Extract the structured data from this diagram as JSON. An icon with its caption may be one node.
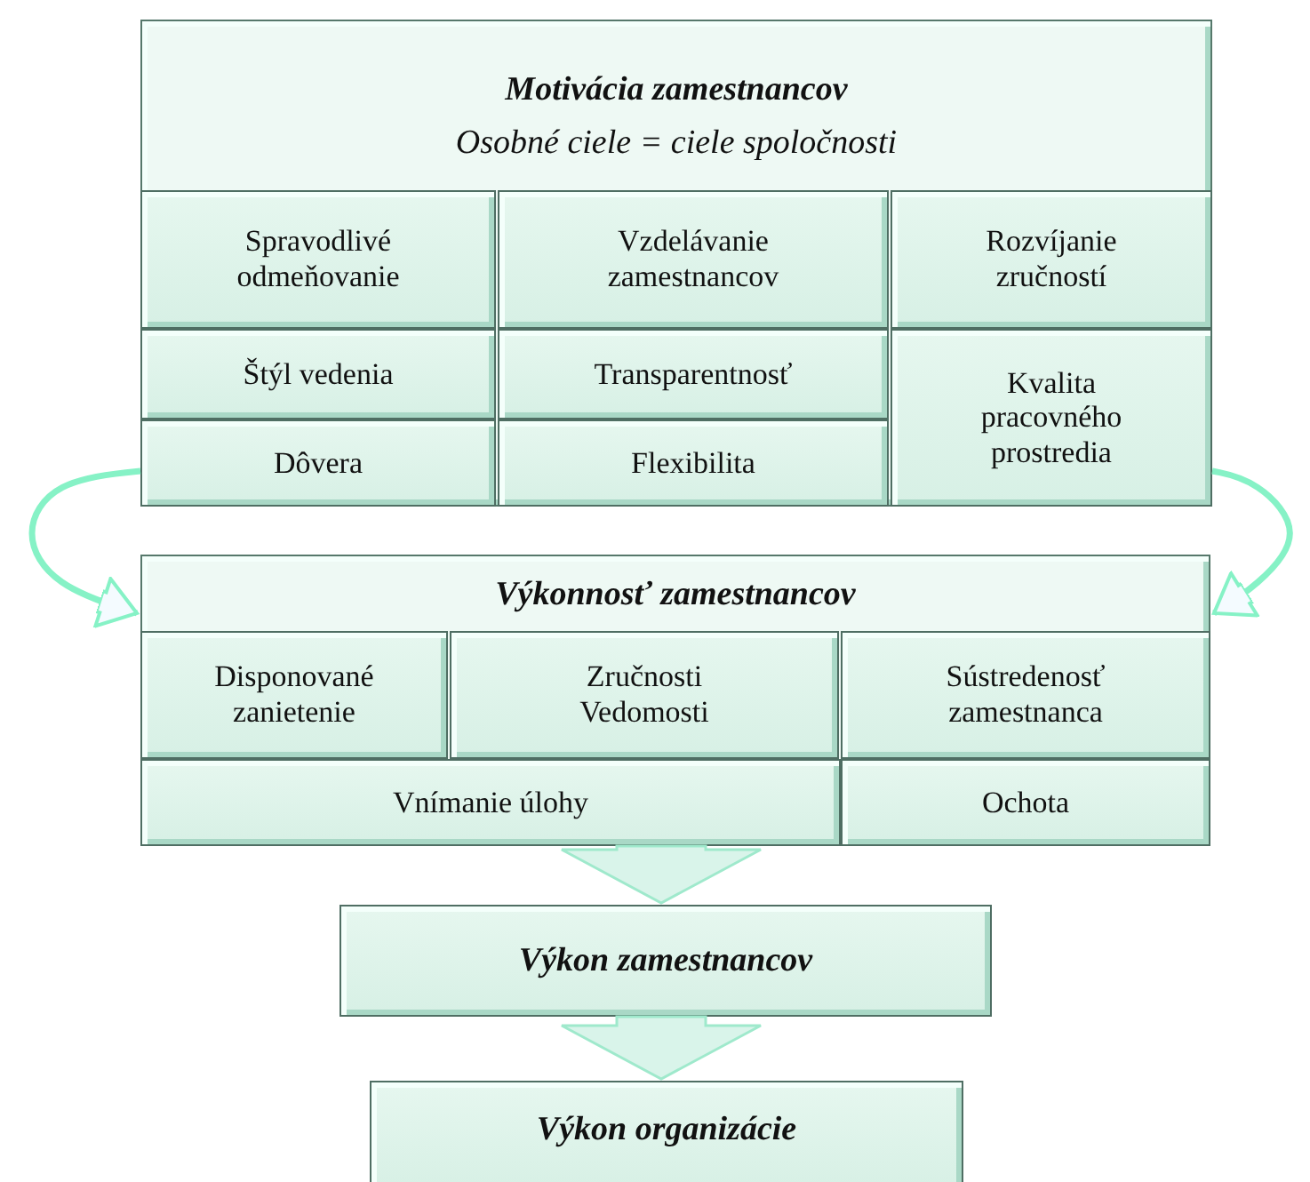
{
  "diagram": {
    "nodes": [
      {
        "text": [
          "Motivácia zamestnancov",
          "Osobné ciele = ciele spoločnosti"
        ]
      },
      {
        "text": [
          "Spravodlivé odmeňovanie"
        ],
        "in": 0
      },
      {
        "text": [
          "Vzdelávanie zamestnancov"
        ],
        "in": 0
      },
      {
        "text": [
          "Rozvíjanie zručností"
        ],
        "in": 0
      },
      {
        "text": [
          "Štýl vedenia"
        ],
        "in": 0
      },
      {
        "text": [
          "Transparentnosť"
        ],
        "in": 0
      },
      {
        "text": [
          "Kvalita pracovného prostredia"
        ],
        "in": 0
      },
      {
        "text": [
          "Dôvera"
        ],
        "in": 0
      },
      {
        "text": [
          "Flexibilita"
        ],
        "in": 0
      },
      {
        "text": [
          "Výkonnosť zamestnancov"
        ]
      },
      {
        "text": [
          "Disponované zanietenie"
        ],
        "in": 9
      },
      {
        "text": [
          "Zručnosti Vedomosti"
        ],
        "in": 9
      },
      {
        "text": [
          "Sústredenosť zamestnanca"
        ],
        "in": 9
      },
      {
        "text": [
          "Vnímanie úlohy"
        ],
        "in": 9
      },
      {
        "text": [
          "Ochota"
        ],
        "in": 9
      },
      {
        "text": [
          "Výkon zamestnancov"
        ]
      },
      {
        "text": [
          "Výkon organizácie"
        ]
      }
    ],
    "edges": [
      {
        "from": 0,
        "to": 9,
        "arrow": "to"
      },
      {
        "from": 0,
        "to": 9,
        "arrow": "to"
      },
      {
        "from": 9,
        "to": 15,
        "arrow": "to",
        "style": "thick"
      },
      {
        "from": 15,
        "to": 16,
        "arrow": "to",
        "style": "thick"
      }
    ]
  }
}
